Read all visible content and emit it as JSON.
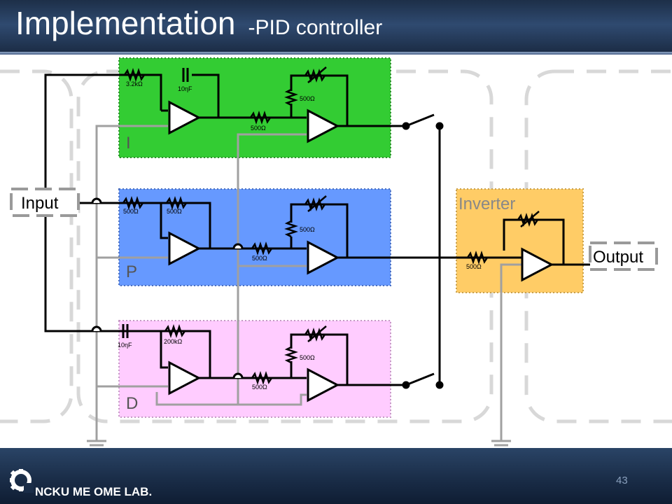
{
  "slide": {
    "title": "Implementation",
    "subtitle": "-PID controller",
    "page_number": "43",
    "footer_logo_text": "NCKU ME OME LAB."
  },
  "diagram": {
    "blocks": {
      "integral": "I",
      "proportional": "P",
      "derivative": "D",
      "inverter": "Inverter"
    },
    "terminals": {
      "input": "Input",
      "output": "Output"
    },
    "components": {
      "i_r1": "3.2kΩ",
      "i_c1": "10ηF",
      "i_pot": "500Ω",
      "i_r2": "500Ω",
      "p_r1": "500Ω",
      "p_rf": "500Ω",
      "p_pot": "500Ω",
      "p_r2": "500Ω",
      "d_c1": "10ηF",
      "d_rf": "200kΩ",
      "d_pot": "500Ω",
      "d_r2": "500Ω",
      "inv_r": "500Ω"
    },
    "colors": {
      "integral_fill": "#33cc33",
      "proportional_fill": "#6699ff",
      "derivative_fill": "#ffccff",
      "inverter_fill": "#ffcc66"
    }
  }
}
